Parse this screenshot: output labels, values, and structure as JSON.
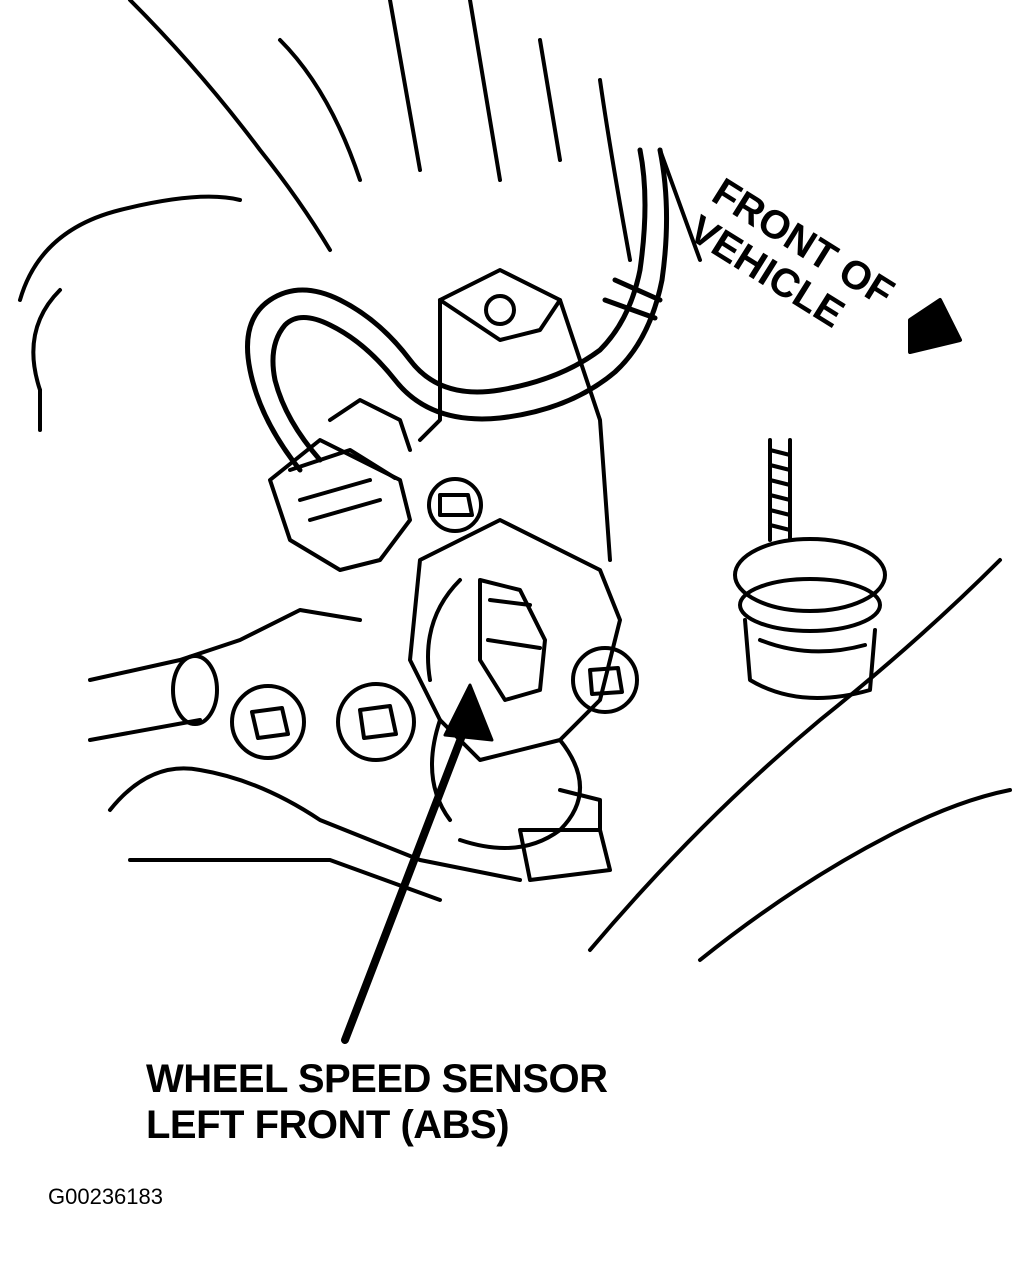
{
  "direction_label": {
    "line1": "FRONT OF",
    "line2": "VEHICLE"
  },
  "callout": {
    "line1": "WHEEL SPEED SENSOR",
    "line2": "LEFT FRONT (ABS)"
  },
  "figure_id": "G00236183",
  "colors": {
    "ink": "#000000",
    "paper": "#ffffff"
  }
}
